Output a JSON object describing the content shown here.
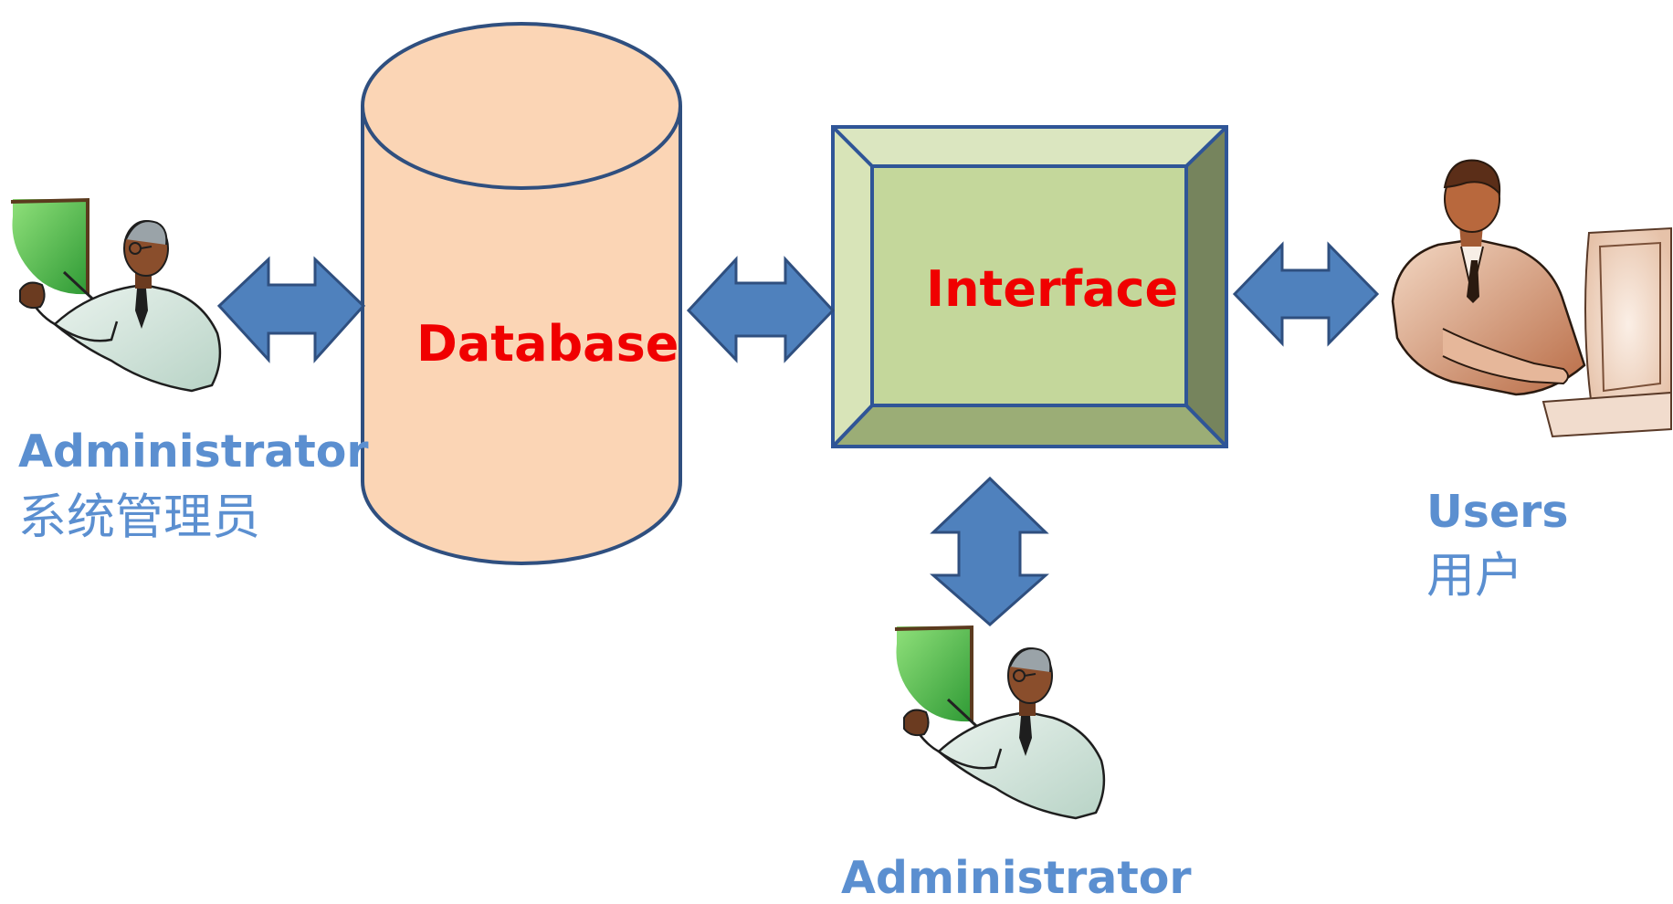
{
  "nodes": {
    "database": {
      "label": "Database",
      "fill": "#fbd5b5",
      "stroke": "#2f4f7f"
    },
    "interface": {
      "label": "Interface",
      "fill": "#c4d79b",
      "stroke": "#2f5597"
    }
  },
  "actors": {
    "admin_left": {
      "label": "Administrator",
      "label_cn": "系统管理员"
    },
    "users": {
      "label": "Users",
      "label_cn": "用户"
    },
    "admin_bottom": {
      "label": "Administrator"
    }
  },
  "colors": {
    "arrow": "#4f81bd",
    "node_text": "#f00000",
    "actor_text": "#5b8fd0",
    "screen_green": "#4cb848"
  },
  "icons": {
    "admin_left": "presenter-person-icon",
    "admin_bottom": "presenter-person-icon",
    "users": "computer-user-icon"
  }
}
